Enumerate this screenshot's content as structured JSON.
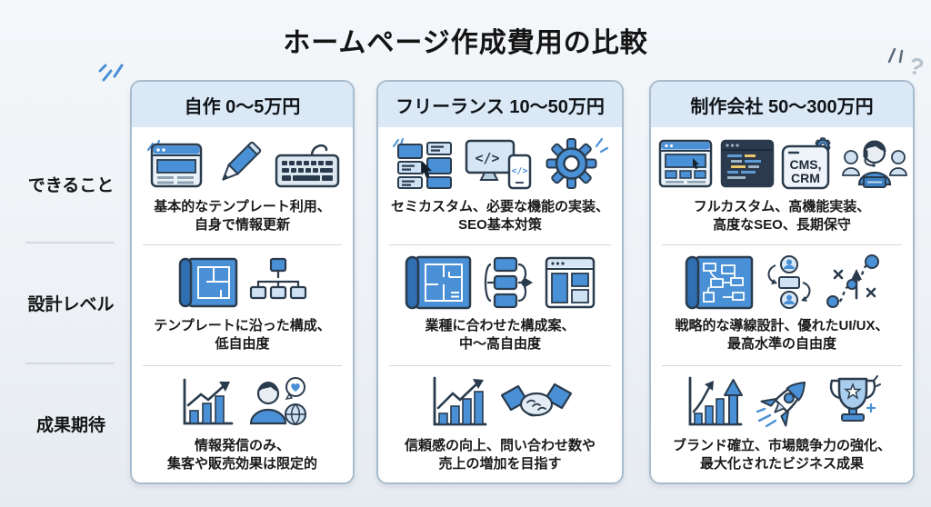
{
  "title": "ホームページ作成費用の比較",
  "decorations": {
    "question_mark": "?"
  },
  "rows": [
    {
      "label": "できること"
    },
    {
      "label": "設計レベル"
    },
    {
      "label": "成果期待"
    }
  ],
  "columns": [
    {
      "header": "自作 0〜5万円",
      "cells": [
        {
          "icons": [
            "browser-icon",
            "pencil-icon",
            "keyboard-icon"
          ],
          "line1": "基本的なテンプレート利用、",
          "line2": "自身で情報更新"
        },
        {
          "icons": [
            "blueprint-icon",
            "sitemap-icon"
          ],
          "line1": "テンプレートに沿った構成、",
          "line2": "低自由度"
        },
        {
          "icons": [
            "bar-chart-arrow-icon",
            "social-person-icon"
          ],
          "line1": "情報発信のみ、",
          "line2": "集客や販売効果は限定的"
        }
      ]
    },
    {
      "header": "フリーランス 10〜50万円",
      "cells": [
        {
          "icons": [
            "wireframe-blocks-icon",
            "devices-code-icon",
            "gear-icon"
          ],
          "monitor_code": "</>",
          "phone_code": "</>",
          "line1": "セミカスタム、必要な機能の実装、",
          "line2": "SEO基本対策"
        },
        {
          "icons": [
            "blueprint-large-icon",
            "flowchart-icon",
            "layout-browser-icon"
          ],
          "line1": "業種に合わせた構成案、",
          "line2": "中〜高自由度"
        },
        {
          "icons": [
            "bar-chart-arrow-icon",
            "handshake-icon"
          ],
          "line1": "信頼感の向上、問い合わせ数や",
          "line2": "売上の増加を目指す"
        }
      ]
    },
    {
      "header": "制作会社 50〜300万円",
      "cells": [
        {
          "icons": [
            "browser-cursor-icon",
            "code-editor-icon",
            "cms-crm-icon",
            "support-team-icon"
          ],
          "badge_line1": "CMS,",
          "badge_line2": "CRM",
          "line1": "フルカスタム、高機能実装、",
          "line2": "高度なSEO、長期保守"
        },
        {
          "icons": [
            "blueprint-flow-icon",
            "userflow-icon",
            "strategy-path-icon"
          ],
          "line1": "戦略的な導線設計、優れたUI/UX、",
          "line2": "最高水準の自由度"
        },
        {
          "icons": [
            "growth-chart-icon",
            "rocket-icon",
            "trophy-icon"
          ],
          "line1": "ブランド確立、市場競争力の強化、",
          "line2": "最大化されたビジネス成果"
        }
      ]
    }
  ],
  "colors": {
    "page_bg": "#eef2f6",
    "card_bg": "#ffffff",
    "card_header_bg": "#dbe9f7",
    "card_border": "#a9bccd",
    "accent_blue": "#4a90d6",
    "accent_blue_dark": "#2f6fb2",
    "light_blue": "#cfe2f4",
    "pale_blue": "#e9f1f9",
    "navy": "#2a3b4d",
    "divider": "#d3d8de",
    "text_dark": "#1a1a1a",
    "code_bg": "#2b3a4c",
    "code_yellow": "#e8c86b"
  }
}
